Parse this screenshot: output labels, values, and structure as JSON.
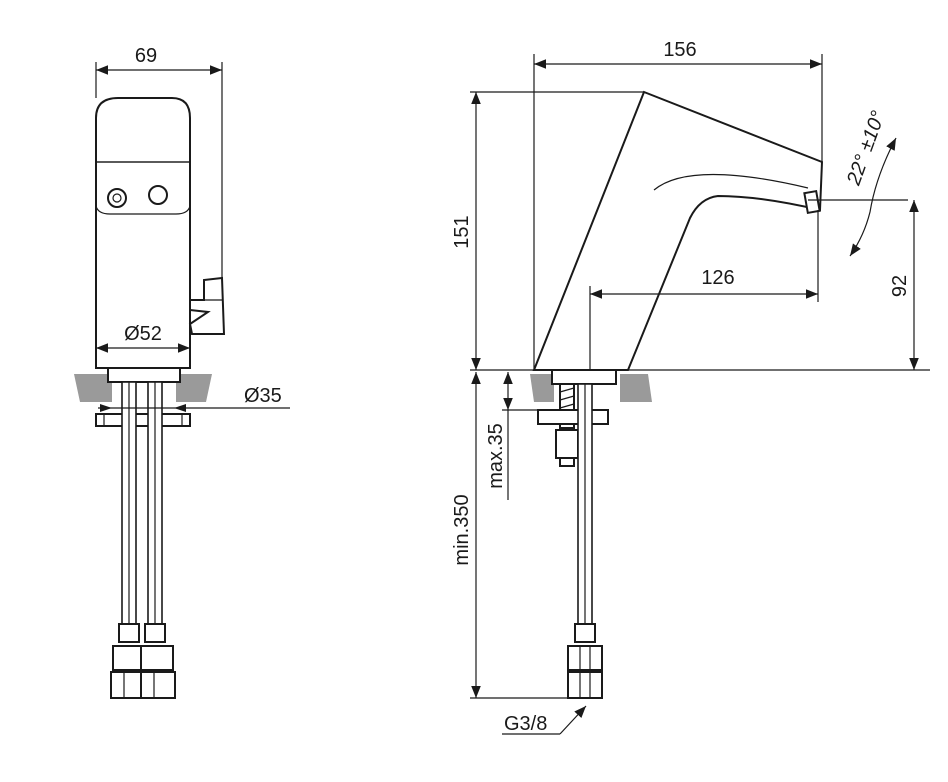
{
  "front_view": {
    "width_label": "69",
    "base_diameter_label": "Ø52",
    "hole_diameter_label": "Ø35"
  },
  "side_view": {
    "length_label": "156",
    "height_label": "151",
    "reach_label": "126",
    "outlet_height_label": "92",
    "angle_label": "22° ±10°",
    "min_length_label": "min.350",
    "max_thickness_label": "max.35",
    "thread_label": "G3/8"
  }
}
